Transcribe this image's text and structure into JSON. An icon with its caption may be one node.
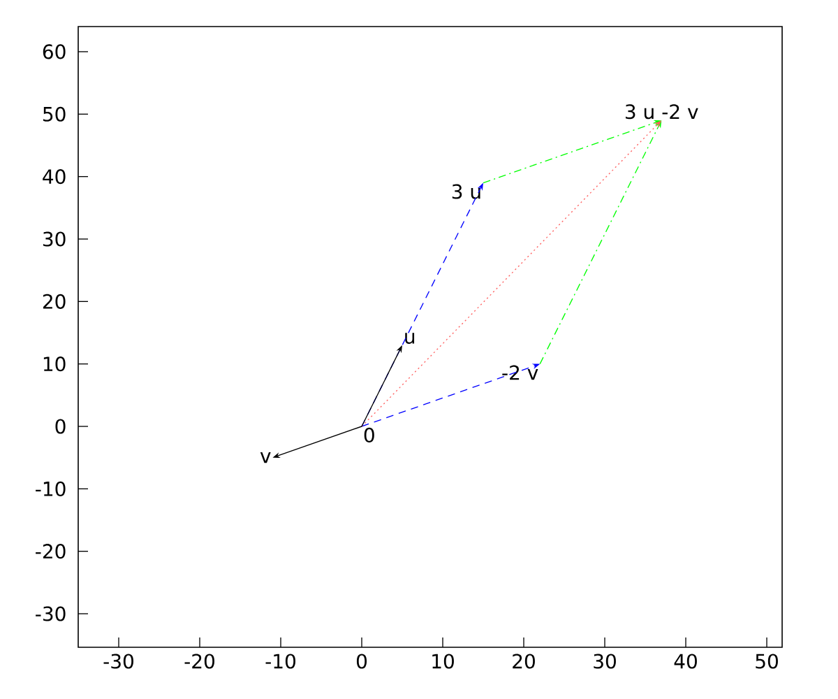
{
  "diagram": {
    "nodes": [
      {
        "text": [
          "0"
        ]
      },
      {
        "text": [
          "u"
        ]
      },
      {
        "text": [
          "v"
        ]
      },
      {
        "text": [
          "3 u"
        ]
      },
      {
        "text": [
          "-2 v"
        ]
      },
      {
        "text": [
          "3 u -2 v"
        ]
      }
    ],
    "edges": [
      {
        "from": 0,
        "to": 3,
        "arrow": "to",
        "style": "dashed",
        "color": "#0000ff"
      },
      {
        "from": 0,
        "to": 4,
        "arrow": "to",
        "style": "dashed",
        "color": "#0000ff"
      },
      {
        "from": 3,
        "to": 5,
        "arrow": "to",
        "style": "dashed",
        "color": "#00ff00"
      },
      {
        "from": 4,
        "to": 5,
        "arrow": "to",
        "style": "dashed",
        "color": "#00ff00"
      },
      {
        "from": 0,
        "to": 5,
        "arrow": "to",
        "style": "dashed",
        "color": "#ff6060"
      },
      {
        "from": 0,
        "to": 1,
        "arrow": "to",
        "color": "#000000"
      },
      {
        "from": 0,
        "to": 2,
        "arrow": "to",
        "color": "#000000"
      }
    ],
    "labels": [
      "60",
      "50",
      "40",
      "30",
      "20",
      "10",
      "0",
      "-10",
      "-20",
      "-30",
      "-30",
      "-20",
      "-10",
      "0",
      "10",
      "20",
      "30",
      "40",
      "50"
    ]
  }
}
